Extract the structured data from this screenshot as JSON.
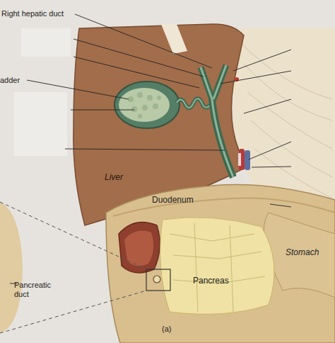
{
  "diagram": {
    "labels": [
      "Right hepatic duct",
      "adder",
      "Liver",
      "Duodenum",
      "Stomach",
      "Pancreas",
      "Pancreatic duct",
      "(a)"
    ]
  }
}
